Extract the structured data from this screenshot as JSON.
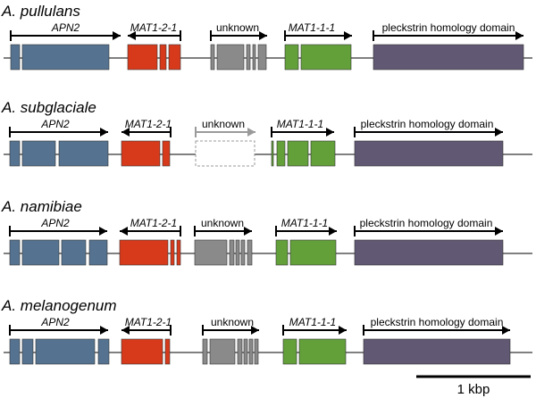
{
  "colors": {
    "APN2": "#557391",
    "MAT1-2-1": "#d73a1b",
    "unknown": "#8a8a8a",
    "MAT1-1-1": "#63a03a",
    "pleckstrin": "#615873",
    "line": "#000000",
    "missing": "#9a9a9a"
  },
  "labels": {
    "APN2": "APN2",
    "MAT1-2-1": "MAT1-2-1",
    "unknown": "unknown",
    "MAT1-1-1": "MAT1-1-1",
    "pleckstrin": "pleckstrin homology domain"
  },
  "species": [
    {
      "name": "A. pullulans"
    },
    {
      "name": "A. subglaciale"
    },
    {
      "name": "A. namibiae"
    },
    {
      "name": "A. melanogenum"
    }
  ],
  "scale_bar": {
    "label": "1 kbp"
  }
}
